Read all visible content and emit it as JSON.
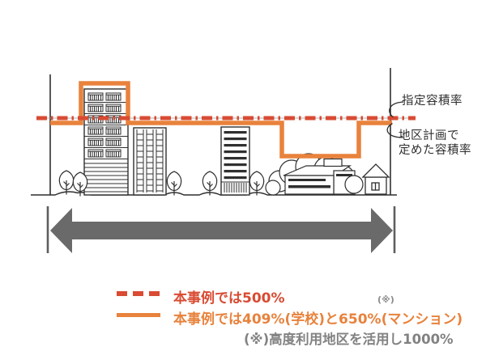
{
  "figure": {
    "right_labels": {
      "designated": "指定容積率",
      "district_line1": "地区計画で",
      "district_line2": "定めた容積率"
    }
  },
  "legend": {
    "designated": {
      "label": "本事例では500%"
    },
    "district": {
      "label": "本事例では409%(学校)と650%(マンション)",
      "superscript": "(※)"
    },
    "footnote": "(※)高度利用地区を活用し1000%"
  },
  "colors": {
    "designated_line_red": "#d94b33",
    "district_line_orange": "#e8823c",
    "span_arrow_gray": "#6a6a6a",
    "footnote_gray": "#828282",
    "line_art": "#2f2f2f"
  }
}
